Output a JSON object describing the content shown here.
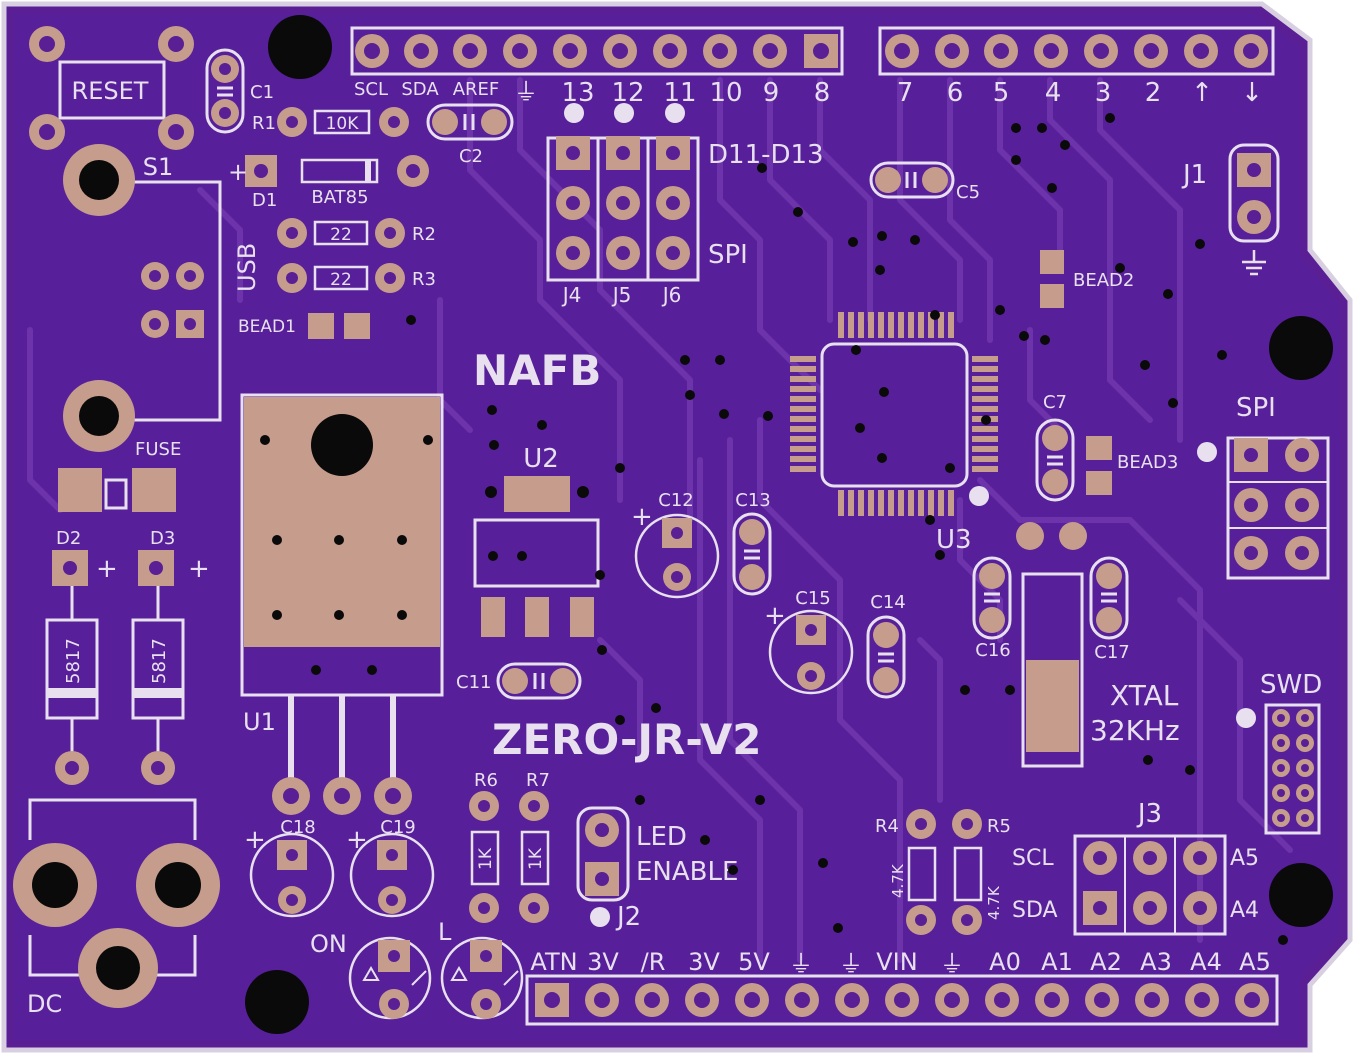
{
  "colors": {
    "board": "#5a1f94",
    "board_dark": "#4a1580",
    "trace": "#6a2fa6",
    "silk": "#e8e0ee",
    "pad": "#c69c8c",
    "hole": "#0a0a0a"
  },
  "board_title": "NAFB",
  "board_name": "ZERO-JR-V2",
  "labels": {
    "reset": "RESET",
    "s1": "S1",
    "c1": "C1",
    "r1": "R1",
    "r1_value": "10K",
    "c2": "C2",
    "d1": "D1",
    "d1_value": "BAT85",
    "r2": "R2",
    "r2_value": "22",
    "r3": "R3",
    "r3_value": "22",
    "usb": "USB",
    "bead1": "BEAD1",
    "fuse": "FUSE",
    "d2": "D2",
    "d3": "D3",
    "d2_value": "5817",
    "d3_value": "5817",
    "u1": "U1",
    "u2": "U2",
    "u3": "U3",
    "c11": "C11",
    "c12": "C12",
    "c13": "C13",
    "c14": "C14",
    "c15": "C15",
    "c16": "C16",
    "c17": "C17",
    "c18": "C18",
    "c19": "C19",
    "c5": "C5",
    "c7": "C7",
    "bead2": "BEAD2",
    "bead3": "BEAD3",
    "d11_d13": "D11-D13",
    "spi": "SPI",
    "spi2": "SPI",
    "j1": "J1",
    "j2": "J2",
    "j3": "J3",
    "j4": "J4",
    "j5": "J5",
    "j6": "J6",
    "swd": "SWD",
    "xtal": "XTAL",
    "xtal_freq": "32KHz",
    "led": "LED",
    "enable": "ENABLE",
    "r4": "R4",
    "r5": "R5",
    "r4_value": "4.7K",
    "r5_value": "4.7K",
    "r6": "R6",
    "r7": "R7",
    "r6_value": "1K",
    "r7_value": "1K",
    "on": "ON",
    "l": "L",
    "dc": "DC",
    "scl": "SCL",
    "sda": "SDA",
    "a5": "A5",
    "a4": "A4",
    "plus": "+"
  },
  "header_top_left": [
    "SCL",
    "SDA",
    "AREF",
    "⏚",
    "13",
    "12",
    "11",
    "10",
    "9",
    "8"
  ],
  "header_top_right": [
    "7",
    "6",
    "5",
    "4",
    "3",
    "2",
    "↑",
    "↓"
  ],
  "header_bottom": [
    "ATN",
    "3V",
    "/R",
    "3V",
    "5V",
    "⏚",
    "⏚",
    "VIN",
    "⏚",
    "A0",
    "A1",
    "A2",
    "A3",
    "A4",
    "A5"
  ]
}
